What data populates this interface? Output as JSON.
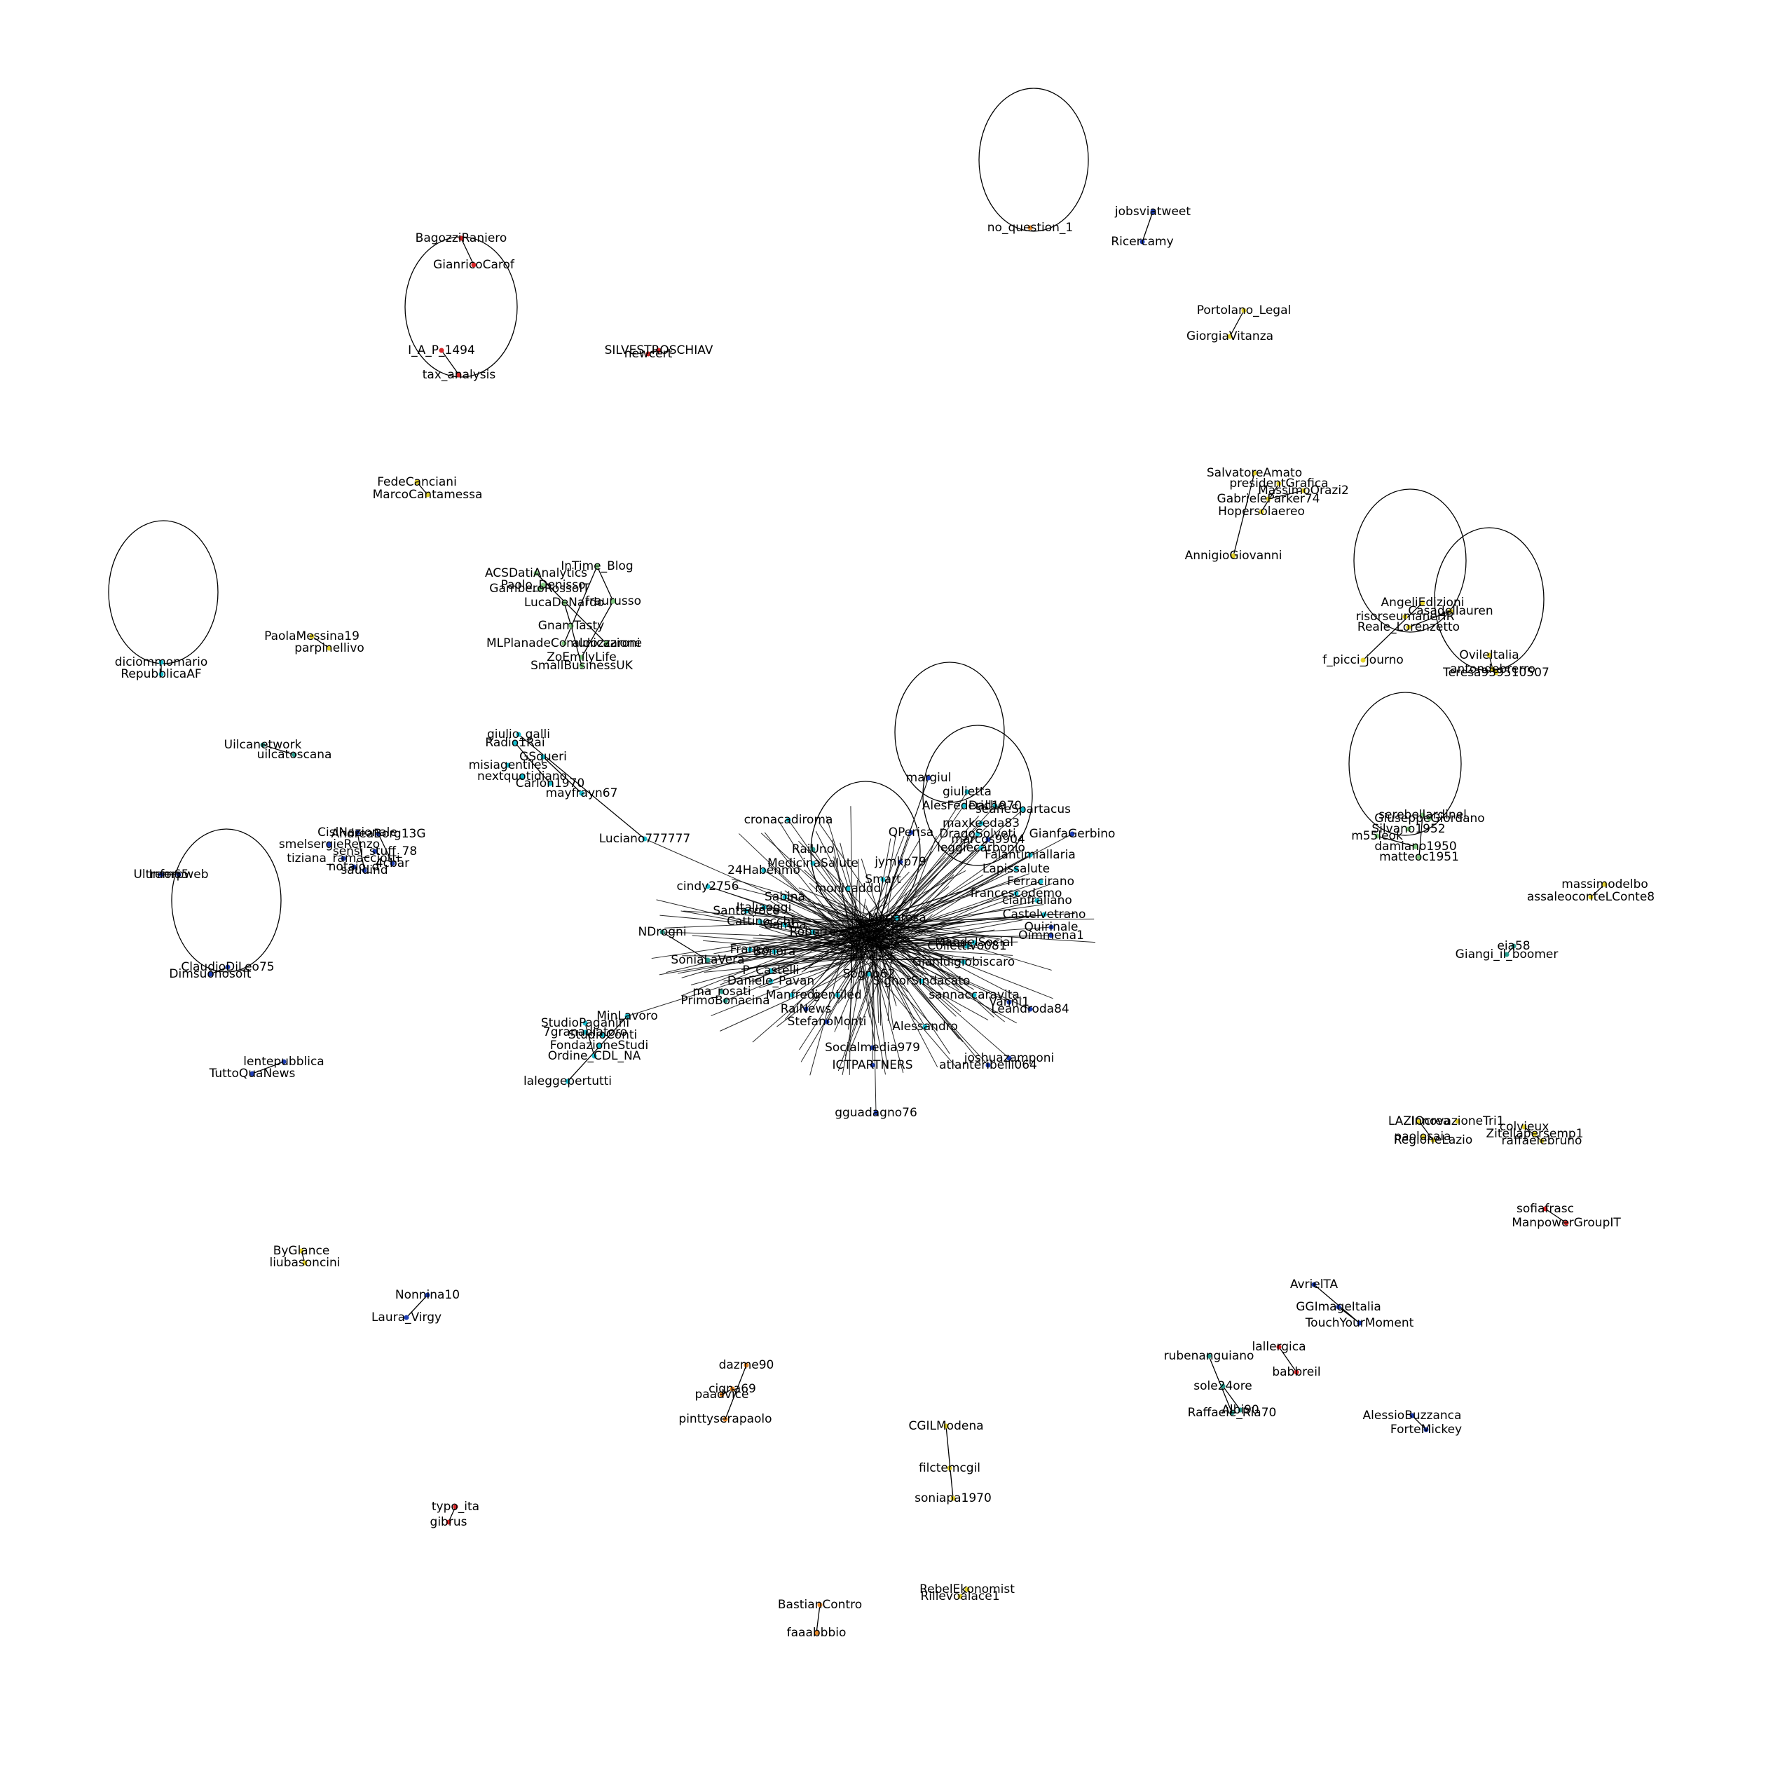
{
  "graph": {
    "palette": {
      "red": "#d62728",
      "blue": "#1f3fb4",
      "cyan": "#17becf",
      "yellow": "#e3d22c",
      "green": "#7fc97f",
      "teal": "#2a9d8f",
      "orange": "#e88a2a"
    },
    "nodes": [
      {
        "id": "no_question_1",
        "color": "orange"
      },
      {
        "id": "jobsviatweet",
        "color": "blue"
      },
      {
        "id": "Ricercamy",
        "color": "blue"
      },
      {
        "id": "BagozziRaniero",
        "color": "red"
      },
      {
        "id": "GianricoCarof",
        "color": "red"
      },
      {
        "id": "I_A_P_1494",
        "color": "red"
      },
      {
        "id": "tax_analysis",
        "color": "red"
      },
      {
        "id": "SILVESTROSCHIAV",
        "color": "red"
      },
      {
        "id": "newcert",
        "color": "red"
      },
      {
        "id": "Portolano_Legal",
        "color": "yellow"
      },
      {
        "id": "GiorgiaVitanza",
        "color": "yellow"
      },
      {
        "id": "FedeCanciani",
        "color": "yellow"
      },
      {
        "id": "MarcoCantamessa",
        "color": "yellow"
      },
      {
        "id": "SalvatoreAmato",
        "color": "yellow"
      },
      {
        "id": "presidentGrafica",
        "color": "yellow"
      },
      {
        "id": "MassimoOrazi2",
        "color": "yellow"
      },
      {
        "id": "GabrieleParker74",
        "color": "yellow"
      },
      {
        "id": "Hopersolaereo",
        "color": "yellow"
      },
      {
        "id": "AnnigioGiovanni",
        "color": "yellow"
      },
      {
        "id": "diciommomario",
        "color": "cyan"
      },
      {
        "id": "RepubblicaAF",
        "color": "cyan"
      },
      {
        "id": "PaolaMessina19",
        "color": "yellow"
      },
      {
        "id": "parpinellivo",
        "color": "yellow"
      },
      {
        "id": "ACSDatiAnalytics",
        "color": "green"
      },
      {
        "id": "InTime_Blog",
        "color": "green"
      },
      {
        "id": "Paolo_Denisso",
        "color": "green"
      },
      {
        "id": "GamberoRossoIT",
        "color": "green"
      },
      {
        "id": "LucaDeNardo",
        "color": "green"
      },
      {
        "id": "fraurusso",
        "color": "green"
      },
      {
        "id": "GnamTasty",
        "color": "green"
      },
      {
        "id": "MLPlanadeComunicazione",
        "color": "green"
      },
      {
        "id": "aldozzaroni",
        "color": "green"
      },
      {
        "id": "ZoEmilyLife",
        "color": "green"
      },
      {
        "id": "SmallBusinessUK",
        "color": "green"
      },
      {
        "id": "AngeliEdizioni",
        "color": "yellow"
      },
      {
        "id": "Casadellauren",
        "color": "yellow"
      },
      {
        "id": "risorseumaneHR",
        "color": "yellow"
      },
      {
        "id": "Reale_Lorenzetto",
        "color": "yellow"
      },
      {
        "id": "f_picci_journo",
        "color": "yellow"
      },
      {
        "id": "OvileItalia",
        "color": "yellow"
      },
      {
        "id": "antondebrerro",
        "color": "yellow"
      },
      {
        "id": "Teresa939510507",
        "color": "yellow"
      },
      {
        "id": "Uilcanetwork",
        "color": "teal"
      },
      {
        "id": "uilcatoscana",
        "color": "teal"
      },
      {
        "id": "giulio_galli",
        "color": "cyan"
      },
      {
        "id": "Radio1Rai",
        "color": "cyan"
      },
      {
        "id": "GSqueri",
        "color": "cyan"
      },
      {
        "id": "misiagentiles",
        "color": "cyan"
      },
      {
        "id": "nextquotidiano",
        "color": "cyan"
      },
      {
        "id": "Carlon1970",
        "color": "cyan"
      },
      {
        "id": "mayfrayn67",
        "color": "cyan"
      },
      {
        "id": "Luciano777777",
        "color": "cyan"
      },
      {
        "id": "cronacadiroma",
        "color": "cyan"
      },
      {
        "id": "serebellardinel",
        "color": "green"
      },
      {
        "id": "GiuseppeGiordano",
        "color": "green"
      },
      {
        "id": "m55leok",
        "color": "green"
      },
      {
        "id": "Silvano1952",
        "color": "green"
      },
      {
        "id": "damiano1950",
        "color": "green"
      },
      {
        "id": "matteoc1951",
        "color": "green"
      },
      {
        "id": "CislNazionale",
        "color": "blue"
      },
      {
        "id": "AndreaBorg13G",
        "color": "blue"
      },
      {
        "id": "smelsergieRenzo",
        "color": "blue"
      },
      {
        "id": "sensi_stuff_78",
        "color": "blue"
      },
      {
        "id": "tiziana_ramacciotti",
        "color": "blue"
      },
      {
        "id": "4cbar",
        "color": "blue"
      },
      {
        "id": "notaio_d",
        "color": "blue"
      },
      {
        "id": "saudind",
        "color": "blue"
      },
      {
        "id": "Ultrem65",
        "color": "blue"
      },
      {
        "id": "Inforpweb",
        "color": "blue"
      },
      {
        "id": "massimodelbo",
        "color": "yellow"
      },
      {
        "id": "assaleoconteLConte8",
        "color": "yellow"
      },
      {
        "id": "eia58",
        "color": "teal"
      },
      {
        "id": "Giangi_il_boomer",
        "color": "teal"
      },
      {
        "id": "ClaudioDiLeo75",
        "color": "blue"
      },
      {
        "id": "Dimsuonosoft",
        "color": "blue"
      },
      {
        "id": "NDrogni",
        "color": "teal"
      },
      {
        "id": "SoniaLaVera",
        "color": "teal"
      },
      {
        "id": "ma_rosati",
        "color": "teal"
      },
      {
        "id": "PrimoBonacina",
        "color": "teal"
      },
      {
        "id": "MinLavoro",
        "color": "cyan"
      },
      {
        "id": "StudioPaganini",
        "color": "cyan"
      },
      {
        "id": "7granadiatoro",
        "color": "cyan"
      },
      {
        "id": "StudioConti",
        "color": "cyan"
      },
      {
        "id": "FondazioneStudi",
        "color": "cyan"
      },
      {
        "id": "Ordine_CDL_NA",
        "color": "cyan"
      },
      {
        "id": "laleggepertutti",
        "color": "cyan"
      },
      {
        "id": "lentepubblica",
        "color": "blue"
      },
      {
        "id": "TuttoQuaNews",
        "color": "blue"
      },
      {
        "id": "gguadagno76",
        "color": "blue"
      },
      {
        "id": "ICTPARTNERS",
        "color": "blue"
      },
      {
        "id": "LAZIOcrea",
        "color": "yellow"
      },
      {
        "id": "InnovazioneTri1",
        "color": "yellow"
      },
      {
        "id": "paolosaia",
        "color": "yellow"
      },
      {
        "id": "RegioneLazio",
        "color": "yellow"
      },
      {
        "id": "colvieux",
        "color": "yellow"
      },
      {
        "id": "Zitellapersemp1",
        "color": "yellow"
      },
      {
        "id": "raffaelebruno",
        "color": "yellow"
      },
      {
        "id": "sofiafrasc",
        "color": "red"
      },
      {
        "id": "ManpowerGroupIT",
        "color": "red"
      },
      {
        "id": "ByGlance",
        "color": "yellow"
      },
      {
        "id": "liubasoncini",
        "color": "yellow"
      },
      {
        "id": "Nonnina10",
        "color": "blue"
      },
      {
        "id": "Laura_Virgy",
        "color": "blue"
      },
      {
        "id": "AvrielTA",
        "color": "blue"
      },
      {
        "id": "GGImageItalia",
        "color": "blue"
      },
      {
        "id": "TouchYourMoment",
        "color": "blue"
      },
      {
        "id": "rubenanguiano",
        "color": "teal"
      },
      {
        "id": "sole24ore",
        "color": "teal"
      },
      {
        "id": "Albi90",
        "color": "teal"
      },
      {
        "id": "Raffaele_Ria70",
        "color": "teal"
      },
      {
        "id": "lallergica",
        "color": "red"
      },
      {
        "id": "babbreil",
        "color": "red"
      },
      {
        "id": "AlessioBuzzanca",
        "color": "blue"
      },
      {
        "id": "ForteMickey",
        "color": "blue"
      },
      {
        "id": "dazme90",
        "color": "orange"
      },
      {
        "id": "cigna69",
        "color": "orange"
      },
      {
        "id": "paadvice",
        "color": "orange"
      },
      {
        "id": "pinttyserapaolo",
        "color": "orange"
      },
      {
        "id": "CGILModena",
        "color": "yellow"
      },
      {
        "id": "filctemcgil",
        "color": "yellow"
      },
      {
        "id": "soniapa1970",
        "color": "yellow"
      },
      {
        "id": "typo_ita",
        "color": "red"
      },
      {
        "id": "gibrus",
        "color": "red"
      },
      {
        "id": "BastianContro",
        "color": "orange"
      },
      {
        "id": "faaabbbio",
        "color": "orange"
      },
      {
        "id": "RebelEkonomist",
        "color": "yellow"
      },
      {
        "id": "Rillevoalace1",
        "color": "yellow"
      },
      {
        "id": "RaiUno",
        "color": "teal"
      },
      {
        "id": "jymkp79",
        "color": "blue"
      },
      {
        "id": "QPerisa",
        "color": "blue"
      },
      {
        "id": "marcos9904",
        "color": "blue"
      },
      {
        "id": "GianfaGerbino",
        "color": "blue"
      },
      {
        "id": "margiul",
        "color": "blue"
      },
      {
        "id": "Quirinale",
        "color": "blue"
      },
      {
        "id": "Oimmena1",
        "color": "blue"
      },
      {
        "id": "Collettivo081",
        "color": "cyan"
      },
      {
        "id": "Gianluigiobiscaro",
        "color": "cyan"
      },
      {
        "id": "Vanni1",
        "color": "blue"
      },
      {
        "id": "Leandroda84",
        "color": "blue"
      },
      {
        "id": "RaiNews",
        "color": "blue"
      },
      {
        "id": "StefanoMonti",
        "color": "blue"
      },
      {
        "id": "Socialmedia979",
        "color": "blue"
      },
      {
        "id": "joshuazamponi",
        "color": "blue"
      },
      {
        "id": "atlanteribelli064",
        "color": "blue"
      },
      {
        "id": "cindy2756",
        "color": "cyan"
      },
      {
        "id": "24Habenmo",
        "color": "cyan"
      },
      {
        "id": "MedicinaSalute",
        "color": "cyan"
      },
      {
        "id": "monicaddd",
        "color": "cyan"
      },
      {
        "id": "Smart",
        "color": "cyan"
      },
      {
        "id": "Bonora",
        "color": "cyan"
      },
      {
        "id": "Franco",
        "color": "cyan"
      },
      {
        "id": "Santacroce",
        "color": "cyan"
      },
      {
        "id": "P_Castelli",
        "color": "cyan"
      },
      {
        "id": "MandelSocial",
        "color": "cyan"
      },
      {
        "id": "Alessandro",
        "color": "cyan"
      },
      {
        "id": "Mariarosa",
        "color": "cyan"
      },
      {
        "id": "seaneSpartacus",
        "color": "cyan"
      },
      {
        "id": "maxkeeda83",
        "color": "cyan"
      },
      {
        "id": "Dall1970",
        "color": "cyan"
      },
      {
        "id": "Falantimiallaria",
        "color": "cyan"
      },
      {
        "id": "Ferracirano",
        "color": "cyan"
      },
      {
        "id": "giulietta",
        "color": "cyan"
      },
      {
        "id": "AlesFederiche",
        "color": "cyan"
      },
      {
        "id": "DragoSolveti",
        "color": "cyan"
      },
      {
        "id": "Lapissalute",
        "color": "cyan"
      },
      {
        "id": "leggiecarbonio",
        "color": "cyan"
      },
      {
        "id": "francescodemo",
        "color": "cyan"
      },
      {
        "id": "cianfraliano",
        "color": "cyan"
      },
      {
        "id": "Castelvetrano",
        "color": "cyan"
      },
      {
        "id": "Cattinocchi",
        "color": "cyan"
      },
      {
        "id": "Gamba",
        "color": "cyan"
      },
      {
        "id": "Daniele_Pavan",
        "color": "cyan"
      },
      {
        "id": "Manfredi",
        "color": "cyan"
      },
      {
        "id": "Roberto",
        "color": "cyan"
      },
      {
        "id": "Sabina",
        "color": "cyan"
      },
      {
        "id": "Italiaoggi",
        "color": "cyan"
      },
      {
        "id": "sannaccaravita",
        "color": "cyan"
      },
      {
        "id": "gentiled",
        "color": "cyan"
      },
      {
        "id": "SignorSindacato",
        "color": "cyan"
      },
      {
        "id": "Sogno62",
        "color": "cyan"
      }
    ]
  }
}
